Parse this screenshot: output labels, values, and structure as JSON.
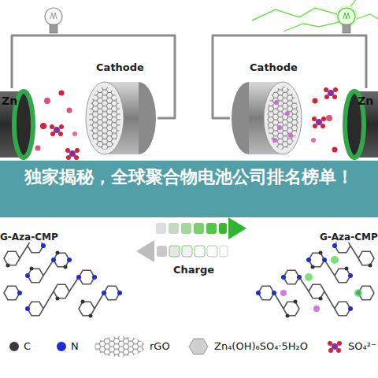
{
  "diagram": {
    "title": "独家揭秘，全球聚合物电池公司排名榜单！",
    "nodes": [
      {
        "text": [
          "Zn"
        ]
      },
      {
        "text": [
          "Cathode"
        ]
      },
      {
        "text": [
          "Cathode"
        ]
      },
      {
        "text": [
          "Zn"
        ]
      }
    ],
    "edges": [
      {
        "from": 0,
        "to": 1,
        "arrow": "none"
      },
      {
        "from": 2,
        "to": 3,
        "arrow": "none"
      }
    ],
    "labels": [
      "G-Aza-CMP",
      "G-Aza-CMP",
      "Charge"
    ],
    "legend": [
      {
        "text": "C",
        "color": "#3a3a3a"
      },
      {
        "text": "N",
        "color": "#1f2bd6"
      },
      {
        "text": "rGO"
      },
      {
        "text": "Zn₄(OH)₆SO₄·5H₂O"
      },
      {
        "text": "SO₄²⁻"
      }
    ]
  }
}
